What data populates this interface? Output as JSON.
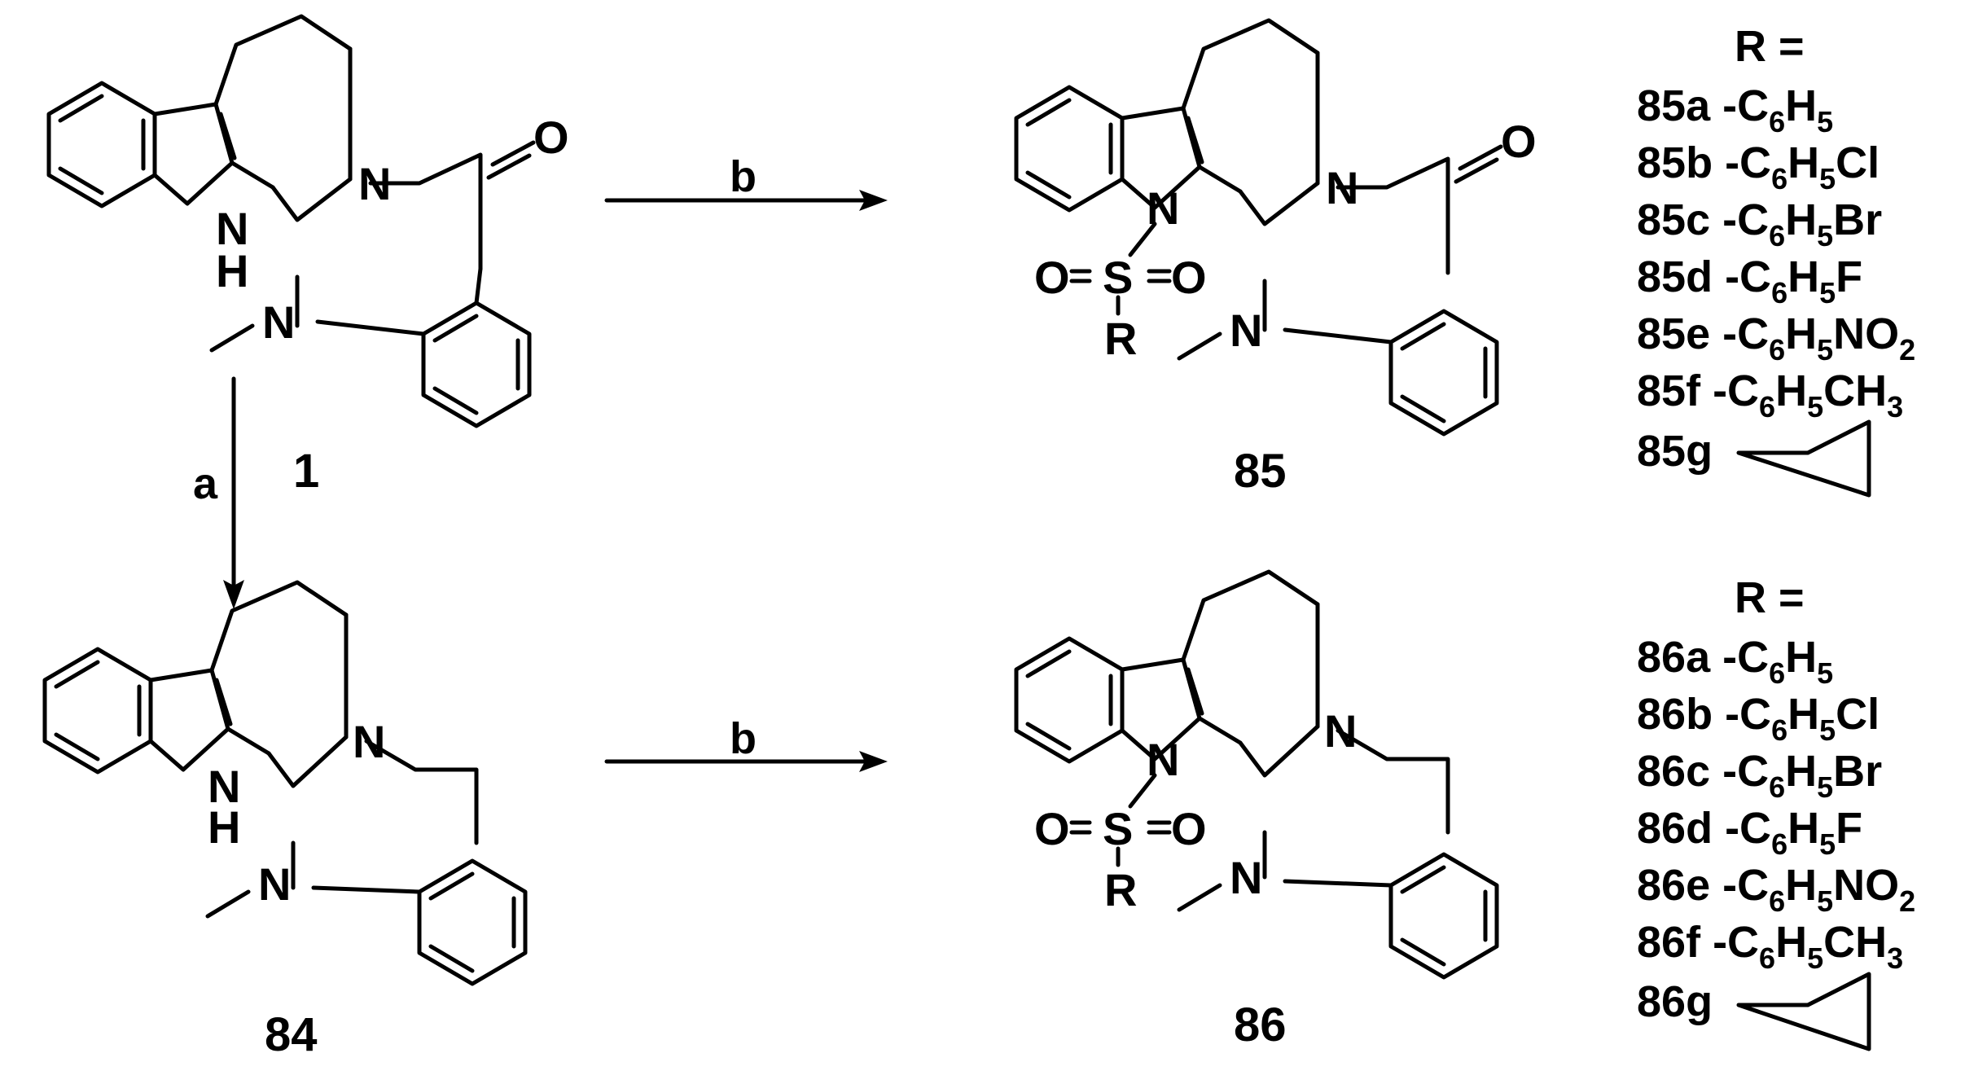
{
  "compounds": {
    "c1": "1",
    "c84": "84",
    "c85": "85",
    "c86": "86"
  },
  "conditions": {
    "a": "a",
    "b_top": "b",
    "b_bottom": "b"
  },
  "atoms": {
    "N": "N",
    "NH_N": "N",
    "NH_H": "H",
    "O": "O",
    "S": "S",
    "R": "R"
  },
  "r_groups_85": {
    "header": "R =",
    "items": [
      {
        "id": "85a",
        "base": "-C",
        "s1": "6",
        "mid": "H",
        "s2": "5",
        "tail": ""
      },
      {
        "id": "85b",
        "base": "-C",
        "s1": "6",
        "mid": "H",
        "s2": "5",
        "tail": "Cl"
      },
      {
        "id": "85c",
        "base": "-C",
        "s1": "6",
        "mid": "H",
        "s2": "5",
        "tail": "Br"
      },
      {
        "id": "85d",
        "base": "-C",
        "s1": "6",
        "mid": "H",
        "s2": "5",
        "tail": "F"
      },
      {
        "id": "85e",
        "base": "-C",
        "s1": "6",
        "mid": "H",
        "s2": "5",
        "tail": "NO",
        "s3": "2"
      },
      {
        "id": "85f",
        "base": "-C",
        "s1": "6",
        "mid": "H",
        "s2": "5",
        "tail": "CH",
        "s3": "3"
      },
      {
        "id": "85g"
      }
    ]
  },
  "r_groups_86": {
    "header": "R =",
    "items": [
      {
        "id": "86a",
        "base": "-C",
        "s1": "6",
        "mid": "H",
        "s2": "5",
        "tail": ""
      },
      {
        "id": "86b",
        "base": "-C",
        "s1": "6",
        "mid": "H",
        "s2": "5",
        "tail": "Cl"
      },
      {
        "id": "86c",
        "base": "-C",
        "s1": "6",
        "mid": "H",
        "s2": "5",
        "tail": "Br"
      },
      {
        "id": "86d",
        "base": "-C",
        "s1": "6",
        "mid": "H",
        "s2": "5",
        "tail": "F"
      },
      {
        "id": "86e",
        "base": "-C",
        "s1": "6",
        "mid": "H",
        "s2": "5",
        "tail": "NO",
        "s3": "2"
      },
      {
        "id": "86f",
        "base": "-C",
        "s1": "6",
        "mid": "H",
        "s2": "5",
        "tail": "CH",
        "s3": "3"
      },
      {
        "id": "86g"
      }
    ]
  }
}
